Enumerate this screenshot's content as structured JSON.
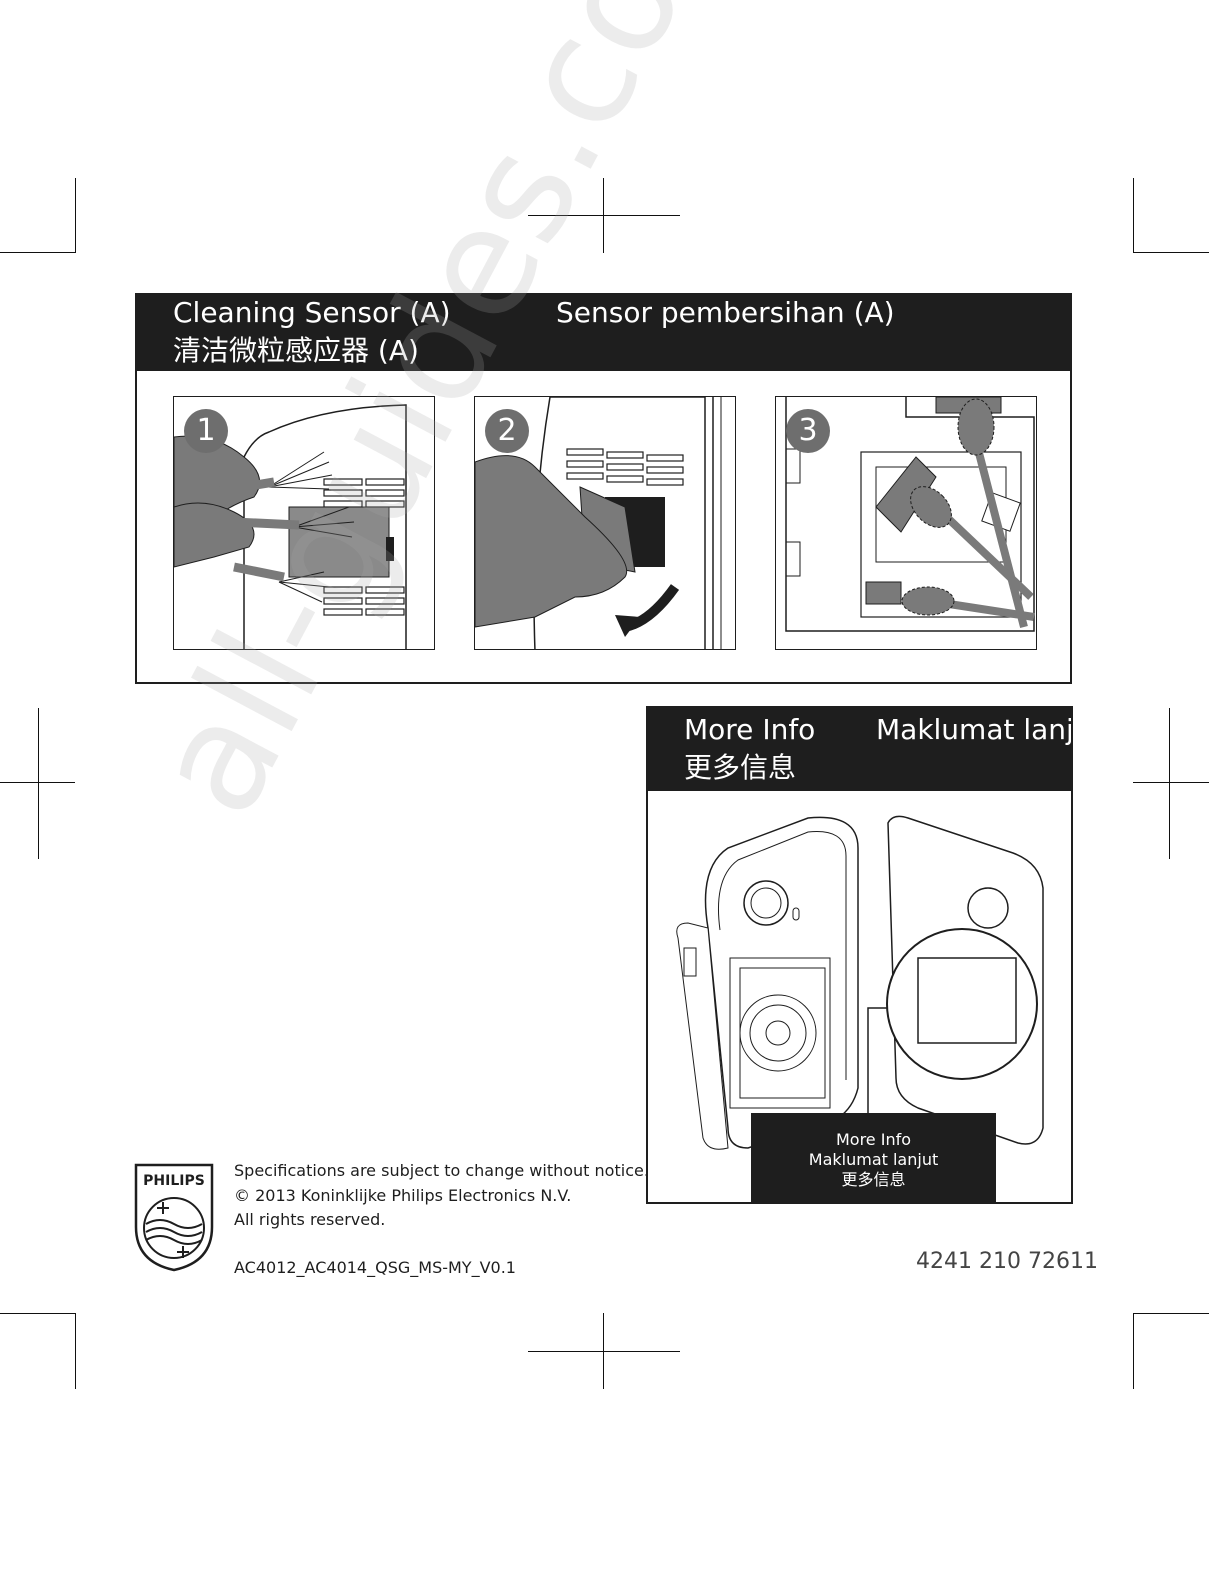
{
  "cleaning_section": {
    "title_en": "Cleaning Sensor (A)",
    "title_ms": "Sensor pembersihan (A)",
    "title_zh": "清洁微粒感应器 (A)",
    "steps": [
      {
        "number": "1",
        "illustration": "brush-cleaning-icon"
      },
      {
        "number": "2",
        "illustration": "open-sensor-cover-icon"
      },
      {
        "number": "3",
        "illustration": "cotton-swab-icon"
      }
    ]
  },
  "info_section": {
    "title_en": "More Info",
    "title_ms": "Maklumat lanjut",
    "title_zh": "更多信息",
    "caption": {
      "line1": "More Info",
      "line2": "Maklumat lanjut",
      "line3": "更多信息"
    }
  },
  "footer": {
    "logo_text": "PHILIPS",
    "spec_notice": "Specifications are subject to change without notice.",
    "copyright": "© 2013 Koninklijke Philips Electronics N.V.",
    "rights": "All rights reserved.",
    "doc_code": "AC4012_AC4014_QSG_MS-MY_V0.1",
    "part_number": "4241 210 72611"
  },
  "watermark": "all-guides.com",
  "colors": {
    "header_bg": "#1e1e1e",
    "step_badge": "#6e6e6e",
    "illustration_gray": "#7a7a7a"
  }
}
